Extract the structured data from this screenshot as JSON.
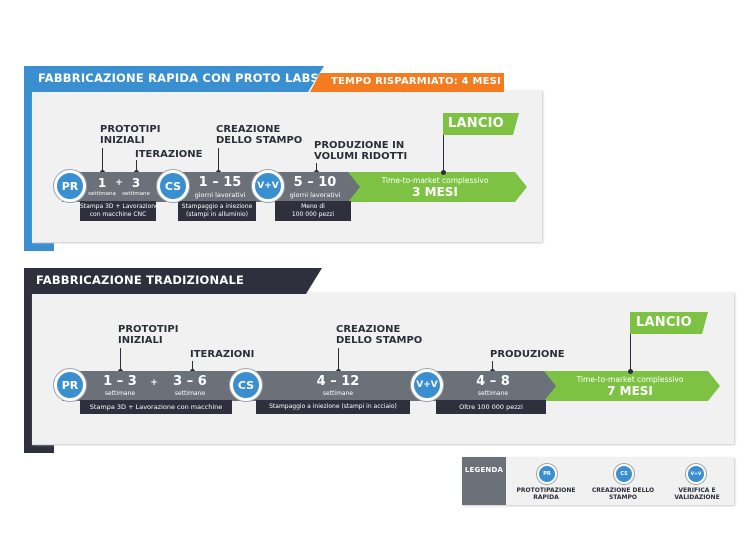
{
  "fast": {
    "title": "FABBRICAZIONE RAPIDA CON PROTO LABS",
    "saved": "TEMPO RISPARMIATO: 4 MESI",
    "labels": {
      "proto": [
        "PROTOTIPI",
        "INIZIALI"
      ],
      "iter": "ITERAZIONE",
      "mold": [
        "CREAZIONE",
        "DELLO STAMPO"
      ],
      "prod": [
        "PRODUZIONE IN",
        "VOLUMI RIDOTTI"
      ]
    },
    "pr": "PR",
    "cs": "CS",
    "vv": "V+V",
    "n1": "1",
    "u1": "settimana",
    "plus": "+",
    "n2": "3",
    "u2": "settimane",
    "sub1": [
      "Stampa 3D + Lavorazione",
      "con macchine CNC"
    ],
    "n3": "1 – 15",
    "u3": "giorni lavorativi",
    "sub2": [
      "Stampaggio a iniezione",
      "(stampi in alluminio)"
    ],
    "n4": "5 – 10",
    "u4": "giorni lavorativi",
    "sub3": [
      "Meno di",
      "100 000 pezzi"
    ],
    "launch": "LANCIO",
    "ttm": "Time-to-market complessivo",
    "ttm_value": "3 MESI"
  },
  "trad": {
    "title": "FABBRICAZIONE TRADIZIONALE",
    "labels": {
      "proto": [
        "PROTOTIPI",
        "INIZIALI"
      ],
      "iter": "ITERAZIONI",
      "mold": [
        "CREAZIONE",
        "DELLO STAMPO"
      ],
      "prod": "PRODUZIONE"
    },
    "pr": "PR",
    "cs": "CS",
    "vv": "V+V",
    "n1": "1 – 3",
    "u1": "settimane",
    "plus": "+",
    "n2": "3 – 6",
    "u2": "settimane",
    "sub1": "Stampa 3D + Lavorazione con macchine",
    "n3": "4 – 12",
    "u3": "settimane",
    "sub2": "Stampaggio a iniezione (stampi in acciaio)",
    "n4": "4 – 8",
    "u4": "settimane",
    "sub3": "Oltre 100 000 pezzi",
    "launch": "LANCIO",
    "ttm": "Time-to-market complessivo",
    "ttm_value": "7 MESI"
  },
  "legend": {
    "title": "LEGENDA",
    "items": [
      {
        "code": "PR",
        "label": [
          "PROTOTIPAZIONE",
          "RAPIDA"
        ]
      },
      {
        "code": "CS",
        "label": [
          "CREAZIONE DELLO",
          "STAMPO"
        ]
      },
      {
        "code": "V+V",
        "label": [
          "VERIFICA E",
          "VALIDAZIONE"
        ]
      }
    ]
  },
  "colors": {
    "blue": "#3a8fd0",
    "orange": "#f47b20",
    "dark": "#2e313d",
    "gray_bar": "#6b7079",
    "green": "#7dc242",
    "panel_bg": "#f1f1f1"
  }
}
